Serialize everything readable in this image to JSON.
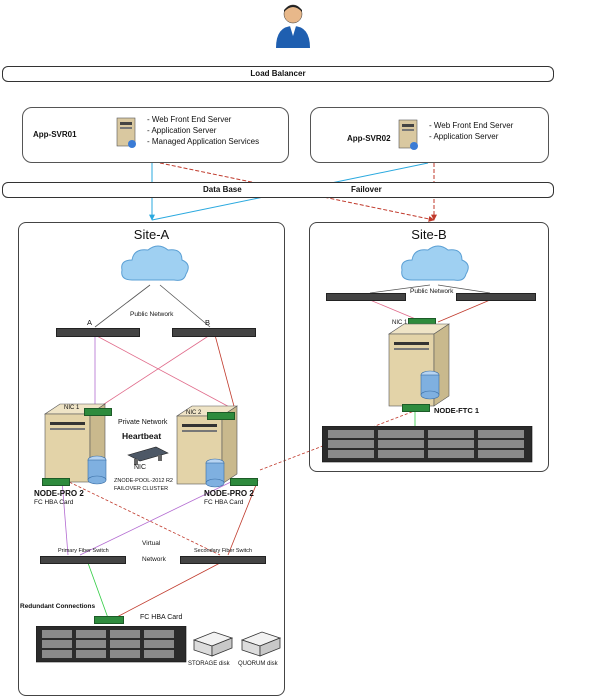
{
  "top": {
    "load_balancer": "Load Balancer",
    "database": "Data Base",
    "failover": "Failover"
  },
  "servers": [
    {
      "name": "App-SVR01",
      "roles": [
        "- Web Front End Server",
        "- Application Server",
        "- Managed Application Services"
      ]
    },
    {
      "name": "App-SVR02",
      "roles": [
        "- Web Front End Server",
        "- Application Server"
      ]
    }
  ],
  "site_a": {
    "title": "Site-A",
    "public_network": "Public Network",
    "switch_a": "A",
    "switch_b": "B",
    "private_network": "Private Network",
    "heartbeat": "Heartbeat",
    "nic": "NIC",
    "nic1": "NIC 1",
    "nic2": "NIC 2",
    "cluster_line1": "ZNODE-POOL-2012 R2",
    "cluster_line2": "FAILOVER CLUSTER",
    "node_left": "NODE-PRO 2",
    "node_right": "NODE-PRO 2",
    "fc_left": "FC  HBA Card",
    "fc_right": "FC  HBA Card",
    "virtual": "Virtual",
    "network": "Network",
    "primary_switch": "Primary Fiber Switch",
    "secondary_switch": "Secondary Fiber Switch",
    "redundant": "Redundant Connections",
    "fc_storage": "FC  HBA Card",
    "storage_disk": "STORAGE disk",
    "quorum_disk": "QUORUM  disk"
  },
  "site_b": {
    "title": "Site-B",
    "public_network": "Public Network",
    "nic1": "NIC 1",
    "node": "NODE-FTC 1"
  },
  "colors": {
    "blue_link": "#2aa9df",
    "red_link": "#c0392b",
    "purple_link": "#b36bd1",
    "pink_link": "#e06a8a",
    "green_link": "#2ecc40",
    "dark_red": "#8b1a1a"
  }
}
